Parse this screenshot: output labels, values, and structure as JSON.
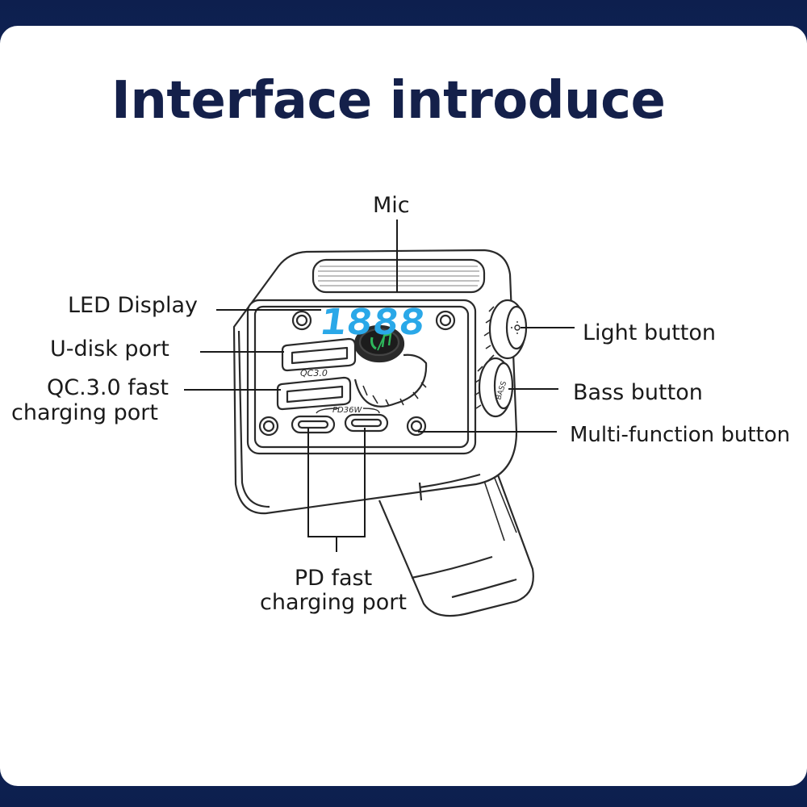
{
  "title": "Interface introduce",
  "labels": {
    "mic": "Mic",
    "led_display": "LED Display",
    "u_disk_port": "U-disk port",
    "qc_port_line1": "QC.3.0 fast",
    "qc_port_line2": "charging port",
    "light_button": "Light button",
    "bass_button": "Bass button",
    "multi_function_button": "Multi-function button",
    "pd_port_line1": "PD fast",
    "pd_port_line2": "charging port"
  },
  "device_markings": {
    "display_digits": "1888",
    "qc_label": "QC3.0",
    "pd_label": "PD36W",
    "bass_knob": "BASS"
  },
  "colors": {
    "background": "#0d1f4e",
    "title": "#14204a",
    "display_digits": "#2aa8e8",
    "knob_icon": "#2eb85c",
    "line_art": "#2a2a2a"
  },
  "icons": {
    "knob_icon": "phone-music-icon",
    "light_knob_icon": "sun-icon"
  }
}
